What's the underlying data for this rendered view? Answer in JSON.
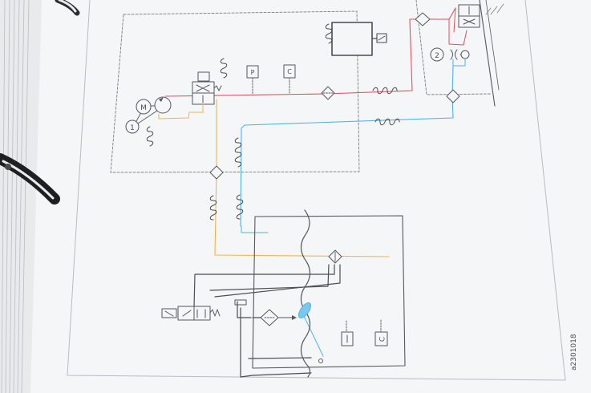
{
  "colors": {
    "pressure_line": "#e05062",
    "return_line": "#4fb2e6",
    "drain_line": "#f2b44a",
    "ink": "#55585c",
    "paper": "#f4f6f7",
    "background": "#c9cdd1"
  },
  "labels": {
    "component_1": "1",
    "component_2": "2",
    "motor": "M",
    "pressure_sensor": "P",
    "level_sensor_top": "C",
    "level_sensor_bottom": "C",
    "document_code": "a2301018"
  },
  "icons": [
    "binder-ring-icon",
    "filter-icon",
    "spring-icon",
    "valve-icon",
    "motor-icon",
    "pump-icon",
    "check-valve-icon",
    "cylinder-icon",
    "float-icon"
  ]
}
